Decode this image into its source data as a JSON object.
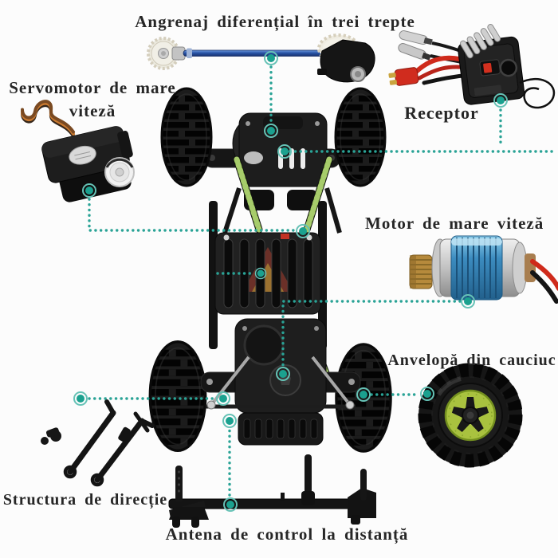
{
  "diagram": {
    "background": "#fcfcfc",
    "accent_color": "#25a292",
    "text_color": "#262626",
    "labels": {
      "differential": "Angrenaj diferențial în trei trepte",
      "servo": "Servomotor de mare viteză",
      "receiver": "Receptor",
      "motor": "Motor de mare viteză",
      "tire": "Anvelopă din cauciuc",
      "steering": "Structura de direcție",
      "antenna": "Antena de control la distanță"
    },
    "part_colors": {
      "shaft_blue": "#2a55a8",
      "motor_blue": "#3c8cc0",
      "rim_green": "#a9c23f",
      "shock_green": "#75a33c",
      "wire_red": "#cf2a1b"
    }
  }
}
